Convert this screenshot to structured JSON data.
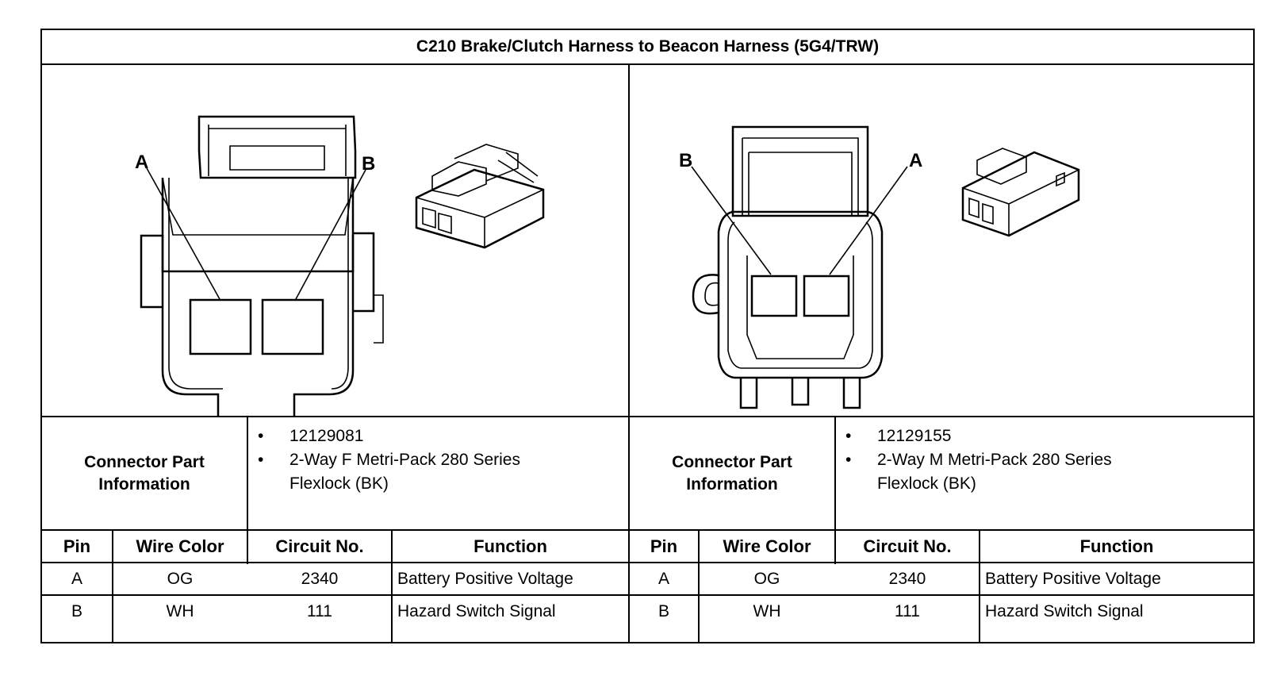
{
  "title": "C210 Brake/Clutch Harness to Beacon Harness (5G4/TRW)",
  "left": {
    "pin_labels": [
      "A",
      "B"
    ],
    "part_info_label": [
      "Connector Part",
      "Information"
    ],
    "part_info": [
      "12129081",
      "2-Way F Metri-Pack 280 Series",
      "Flexlock (BK)"
    ],
    "headers": [
      "Pin",
      "Wire Color",
      "Circuit No.",
      "Function"
    ],
    "rows": [
      [
        "A",
        "OG",
        "2340",
        "Battery Positive Voltage"
      ],
      [
        "B",
        "WH",
        "111",
        "Hazard Switch Signal"
      ]
    ]
  },
  "right": {
    "pin_labels": [
      "B",
      "A"
    ],
    "part_info_label": [
      "Connector Part",
      "Information"
    ],
    "part_info": [
      "12129155",
      "2-Way M Metri-Pack 280 Series",
      "Flexlock (BK)"
    ],
    "headers": [
      "Pin",
      "Wire Color",
      "Circuit No.",
      "Function"
    ],
    "rows": [
      [
        "A",
        "OG",
        "2340",
        "Battery Positive Voltage"
      ],
      [
        "B",
        "WH",
        "111",
        "Hazard Switch Signal"
      ]
    ]
  }
}
